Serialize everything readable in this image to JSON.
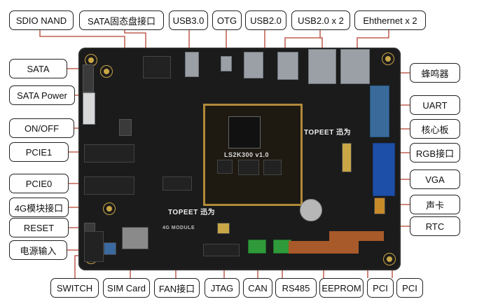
{
  "labels": {
    "sdio_nand": "SDIO NAND",
    "sata_ssd": "SATA固态盘接口",
    "usb3": "USB3.0",
    "otg": "OTG",
    "usb2": "USB2.0",
    "usb2x2": "USB2.0 x 2",
    "ethernet": "Ehthernet x 2",
    "sata": "SATA",
    "sata_power": "SATA Power",
    "on_off": "ON/OFF",
    "pcie1": "PCIE1",
    "pcie0": "PCIE0",
    "mod4g": "4G模块接口",
    "reset": "RESET",
    "power_in": "电源输入",
    "buzzer": "蜂鸣器",
    "uart": "UART",
    "core_board": "核心板",
    "rgb": "RGB接口",
    "vga": "VGA",
    "audio": "声卡",
    "rtc": "RTC",
    "switch": "SWITCH",
    "sim": "SIM Card",
    "fan": "FAN接口",
    "jtag": "JTAG",
    "can": "CAN",
    "rs485": "RS485",
    "eeprom": "EEPROM",
    "pci_a": "PCI",
    "pci_b": "PCI"
  },
  "board": {
    "brand_top": "TOPEET 迅为",
    "brand_mid": "TOPEET 迅为",
    "chip_mark": "LS2K300 v1.0",
    "module_mark": "4G MODULE",
    "colors": {
      "pcb": "#1b1b1b",
      "gold": "#c9a646",
      "lines": "#b5402f"
    }
  }
}
